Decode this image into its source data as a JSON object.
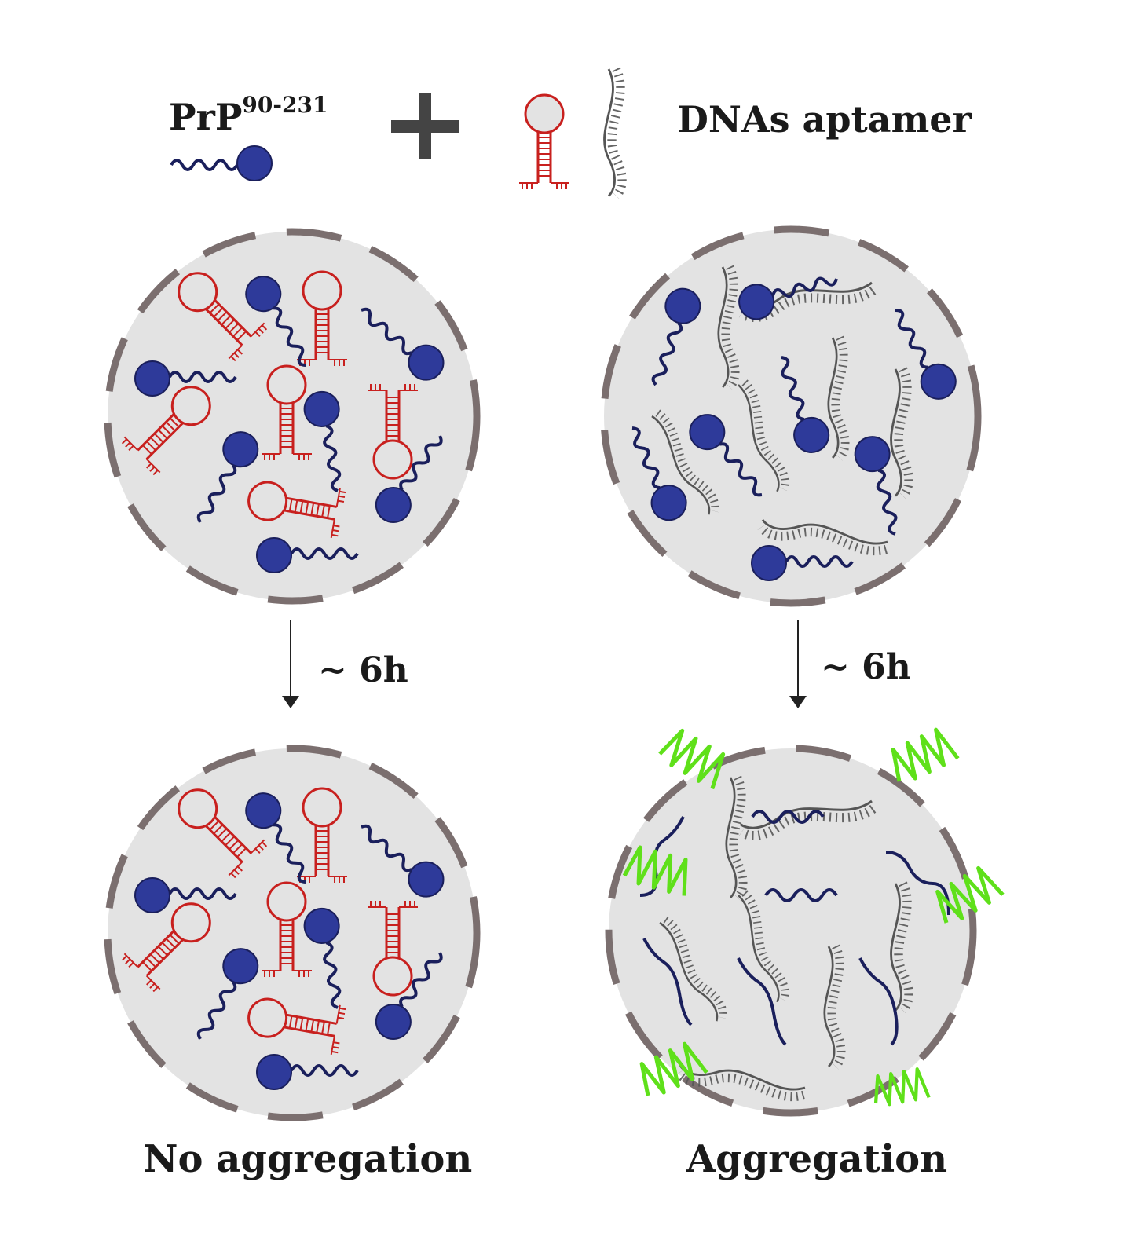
{
  "legend": {
    "protein_label": "PrP",
    "protein_superscript": "90-231",
    "aptamer_label": "DNAs aptamer"
  },
  "steps": {
    "left_time": "~ 6h",
    "right_time": "~ 6h"
  },
  "outcomes": {
    "left": "No aggregation",
    "right": "Aggregation"
  },
  "colors": {
    "protein": "#2e3a9a",
    "protein_chain": "#1a1f5c",
    "hairpin_aptamer": "#c8201e",
    "linear_aptamer": "#555555",
    "fibril": "#5fe01a",
    "droplet_fill": "#e3e3e3",
    "droplet_border": "#7b6f6f"
  }
}
